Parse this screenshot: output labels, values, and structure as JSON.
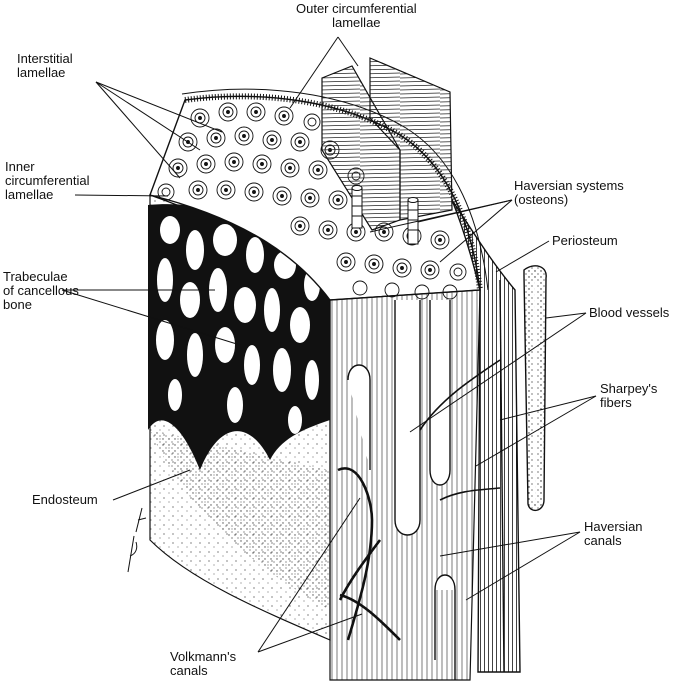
{
  "labels": {
    "outer_circumferential": {
      "line1": "Outer circumferential",
      "line2": "lamellae"
    },
    "interstitial": {
      "line1": "Interstitial",
      "line2": "lamellae"
    },
    "inner_circumferential": {
      "line1": "Inner",
      "line2": "circumferential",
      "line3": "lamellae"
    },
    "haversian_systems": {
      "line1": "Haversian systems",
      "line2": "(osteons)"
    },
    "periosteum": {
      "line1": "Periosteum"
    },
    "trabeculae": {
      "line1": "Trabeculae",
      "line2": "of cancellous",
      "line3": "bone"
    },
    "blood_vessels": {
      "line1": "Blood vessels"
    },
    "sharpeys_fibers": {
      "line1": "Sharpey's",
      "line2": "fibers"
    },
    "endosteum": {
      "line1": "Endosteum"
    },
    "haversian_canals": {
      "line1": "Haversian",
      "line2": "canals"
    },
    "volkmanns_canals": {
      "line1": "Volkmann's",
      "line2": "canals"
    }
  },
  "colors": {
    "ink": "#111111",
    "paper": "#ffffff",
    "stipple": "#2a2a2a"
  }
}
